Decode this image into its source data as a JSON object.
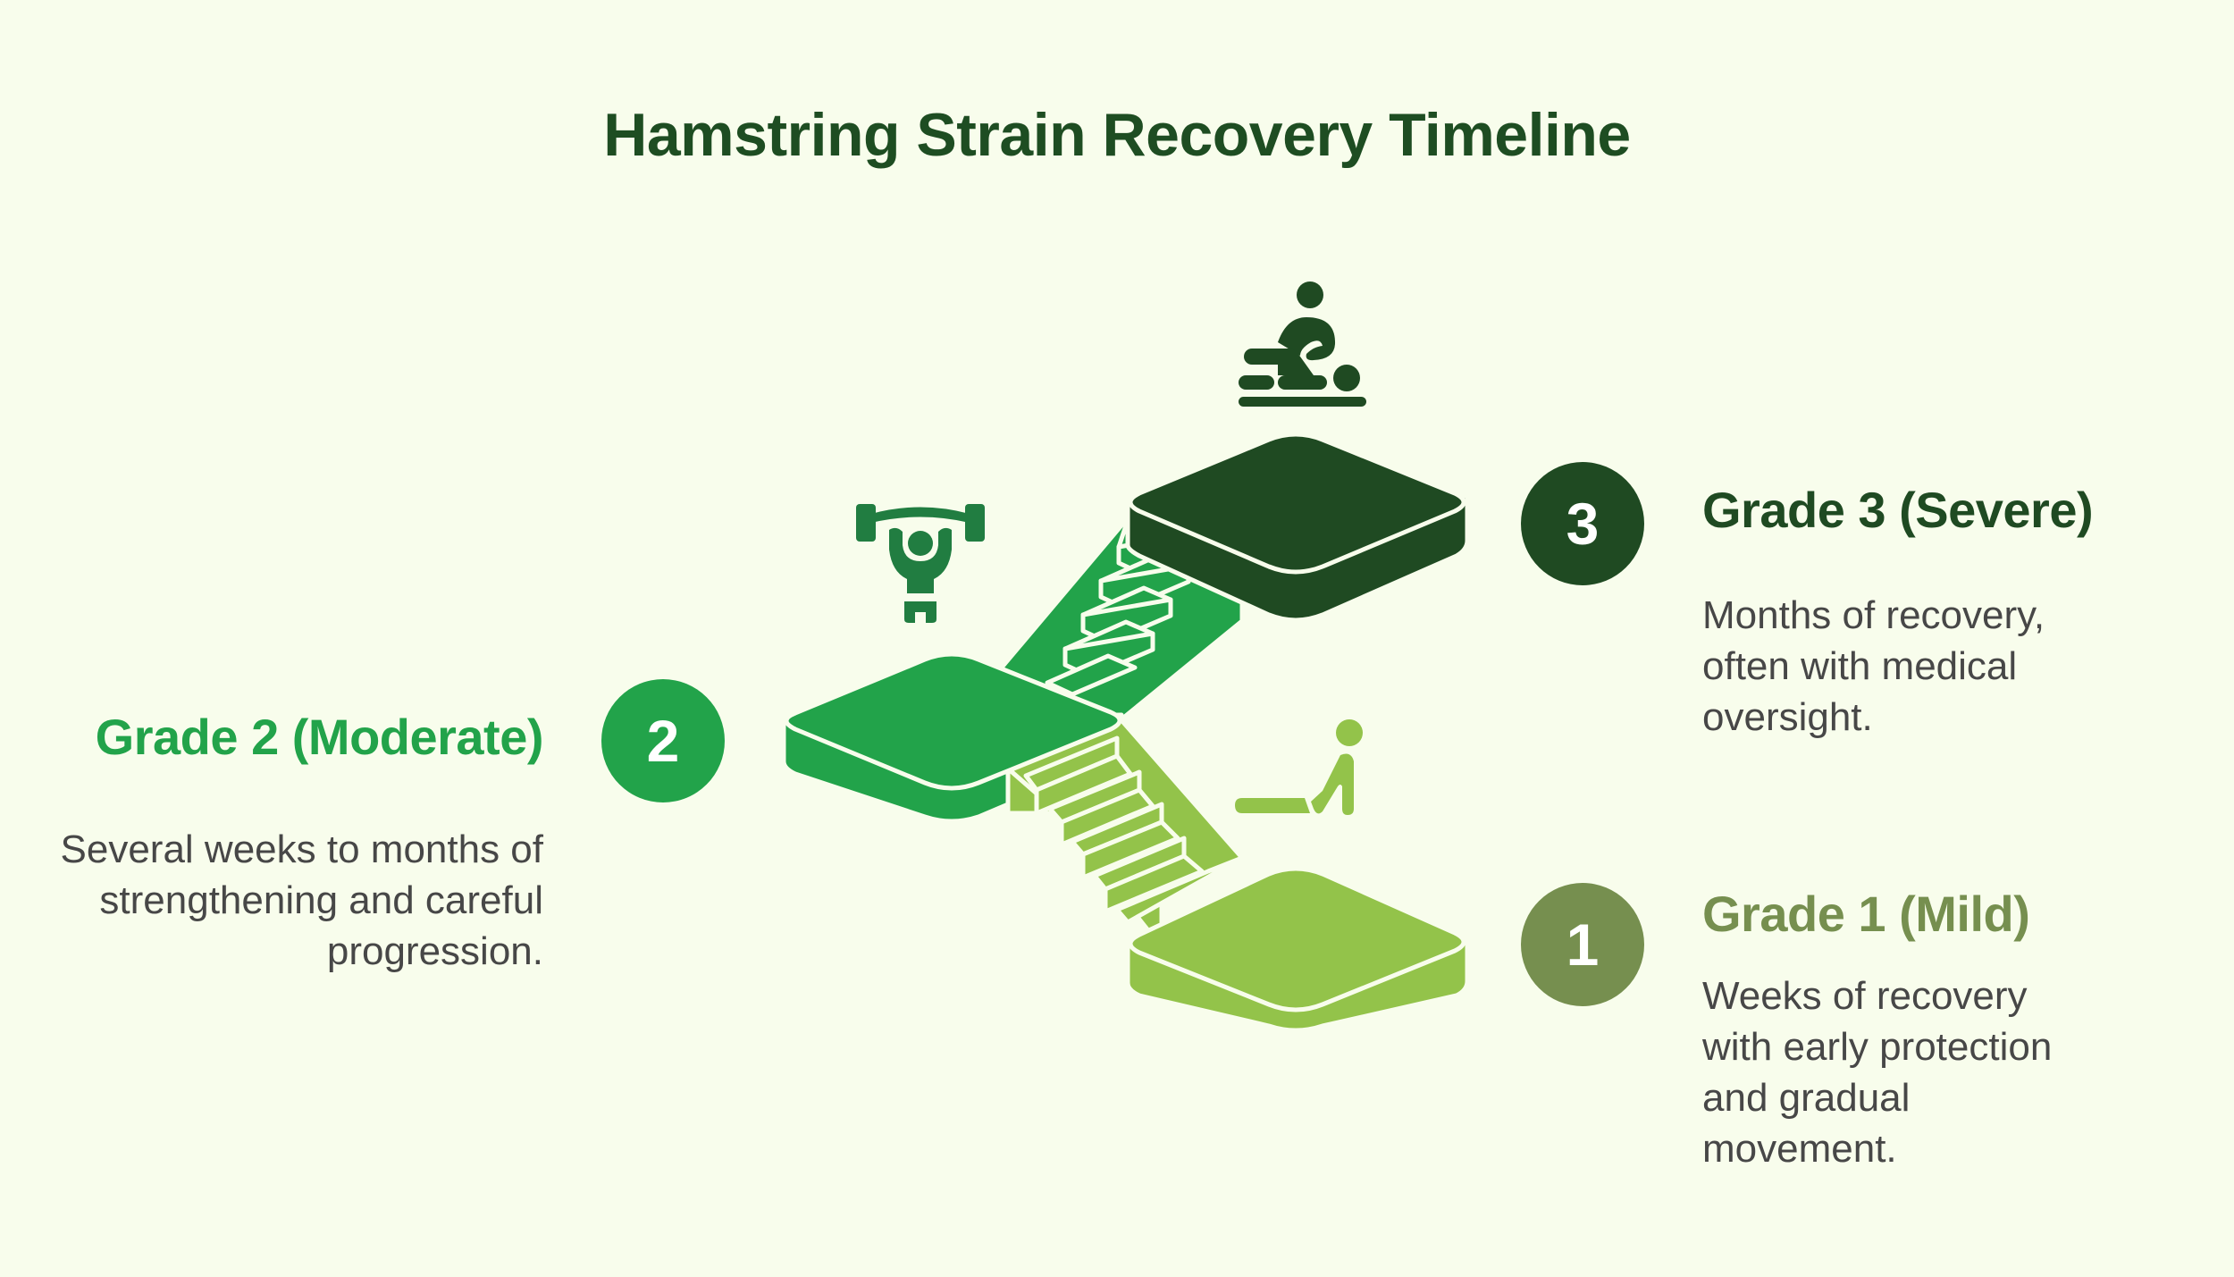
{
  "title": "Hamstring Strain Recovery Timeline",
  "colors": {
    "background": "#f8fdec",
    "title": "#1e4d22",
    "grade3": "#1f4a22",
    "grade2": "#22a34a",
    "grade2_icon": "#217d41",
    "grade1": "#93c34a",
    "grade1_badge": "#768f4f",
    "body_text": "#474747"
  },
  "steps": [
    {
      "number": "1",
      "heading": "Grade 1 (Mild)",
      "description": "Weeks of recovery with early protection and gradual movement.",
      "icon": "stretching-person-icon"
    },
    {
      "number": "2",
      "heading": "Grade 2 (Moderate)",
      "description": "Several weeks to months of strengthening and careful progression.",
      "icon": "weightlifting-person-icon"
    },
    {
      "number": "3",
      "heading": "Grade 3 (Severe)",
      "description": "Months of recovery, often with medical oversight.",
      "icon": "physiotherapy-massage-icon"
    }
  ]
}
